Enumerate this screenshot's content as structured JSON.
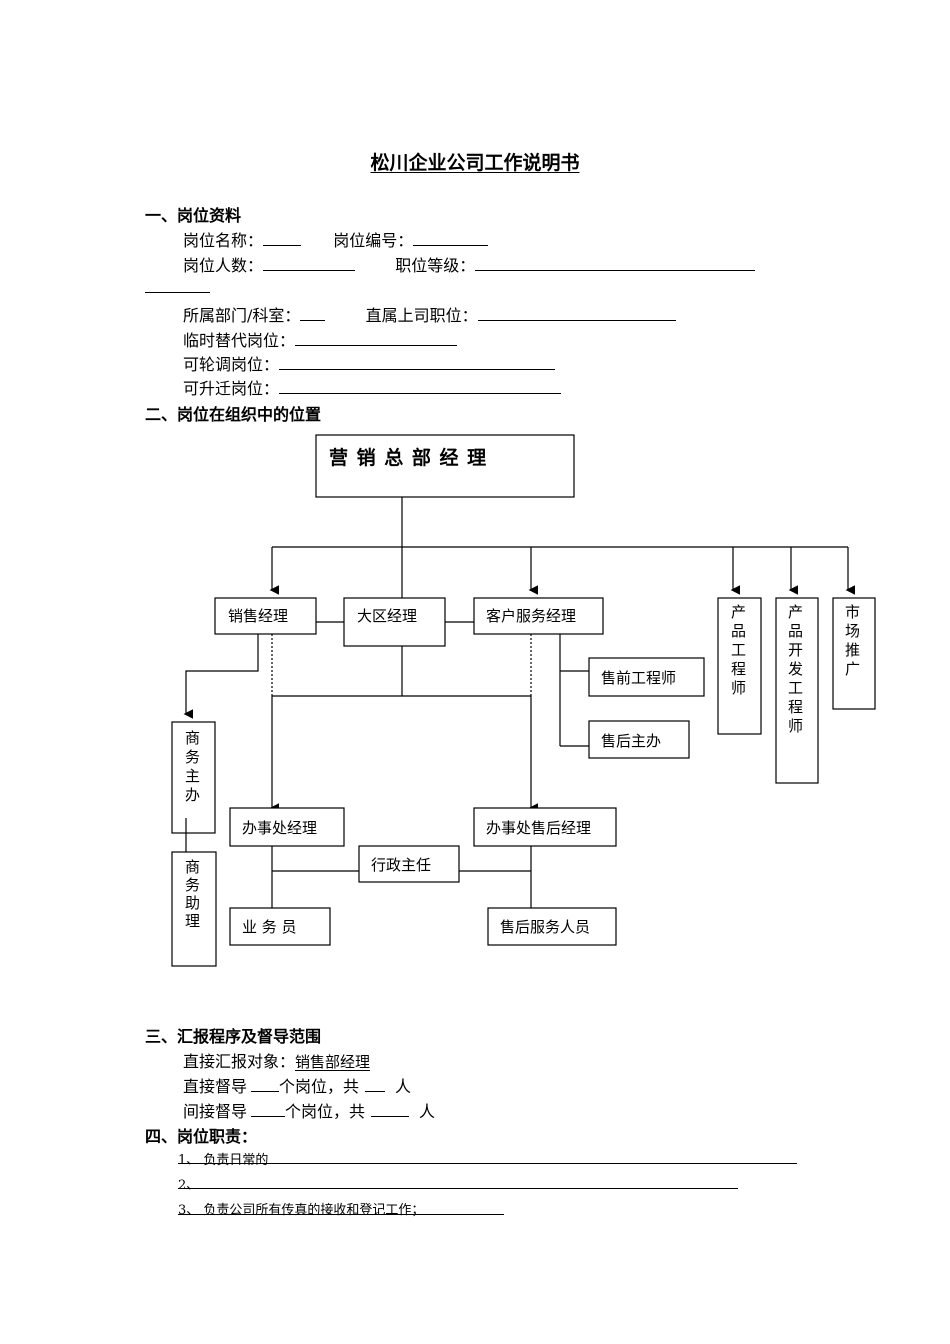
{
  "document": {
    "title": "松川企业公司工作说明书"
  },
  "section1": {
    "heading": "一、岗位资料",
    "post_name_label": "岗位名称：",
    "post_no_label": "岗位编号：",
    "headcount_label": "岗位人数：",
    "grade_label": "职位等级：",
    "dept_label": "所属部门/科室：",
    "superior_label": "直属上司职位：",
    "temp_sub_label": "临时替代岗位：",
    "rotate_label": "可轮调岗位：",
    "promote_label": "可升迁岗位："
  },
  "section2": {
    "heading": "二、岗位在组织中的位置",
    "org": {
      "top": "营 销 总 部 经 理",
      "sales_mgr": "销售经理",
      "region_mgr": "大区经理",
      "cs_mgr": "客户服务经理",
      "presales": "售前工程师",
      "aftersales_lead": "售后主办",
      "product_eng": [
        "产",
        "品",
        "工",
        "程",
        "师"
      ],
      "product_dev": [
        "产",
        "品",
        "开",
        "发",
        "工",
        "程",
        "师"
      ],
      "marketing": [
        "市",
        "场",
        "推",
        "广"
      ],
      "biz_lead": [
        "商",
        "务",
        "主",
        "办"
      ],
      "biz_assist": [
        "商",
        "务",
        "助",
        "理"
      ],
      "office_mgr": "办事处经理",
      "office_as_mgr": "办事处售后经理",
      "admin_lead": "行政主任",
      "salesman": "业 务 员",
      "as_staff": "售后服务人员"
    }
  },
  "section3": {
    "heading": "三、汇报程序及督导范围",
    "report_to_label": "直接汇报对象：",
    "report_to_value": "销售部经理",
    "direct_a": "直接督导",
    "direct_b": "个岗位，共",
    "direct_c": "人",
    "indirect_a": "间接督导",
    "indirect_b": "个岗位，共",
    "indirect_c": "人"
  },
  "section4": {
    "heading": "四、岗位职责：",
    "duties": [
      "1、  负责日常的",
      "2、",
      "3、   负责公司所有传真的接收和登记工作；"
    ]
  }
}
